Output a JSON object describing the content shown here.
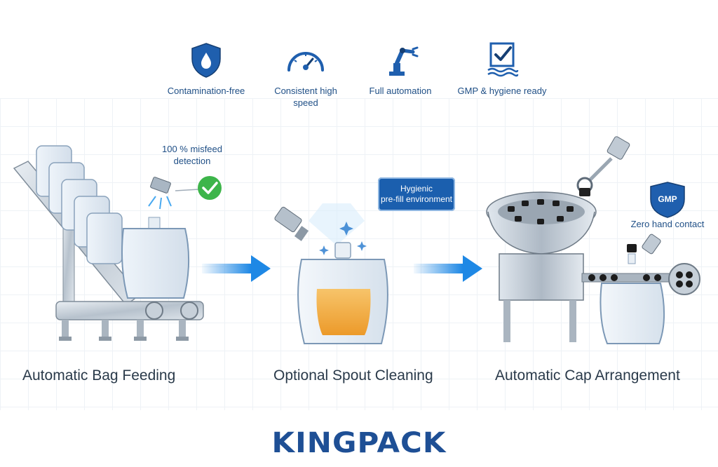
{
  "features": [
    {
      "icon": "shield-droplet-icon",
      "label": "Contamination-free"
    },
    {
      "icon": "speedometer-icon",
      "label": "Consistent high speed"
    },
    {
      "icon": "robot-arm-icon",
      "label": "Full automation"
    },
    {
      "icon": "checklist-icon",
      "label": "GMP & hygiene ready"
    }
  ],
  "stages": [
    {
      "title": "Automatic Bag Feeding"
    },
    {
      "title": "Optional Spout Cleaning"
    },
    {
      "title": "Automatic Cap Arrangement"
    }
  ],
  "annotations": {
    "misfeed_line1": "100 % misfeed",
    "misfeed_line2": "detection",
    "hygienic_line1": "Hygienic",
    "hygienic_line2": "pre-fill environment",
    "gmp_badge": "GMP",
    "zero_hand": "Zero hand contact"
  },
  "brand": {
    "logo_text": "KINGPACK"
  },
  "colors": {
    "accent": "#1f4f86",
    "arrow": "#1e88e5",
    "logo": "#1e4f95",
    "liquid": "#f2a93b",
    "check": "#3db54a"
  }
}
